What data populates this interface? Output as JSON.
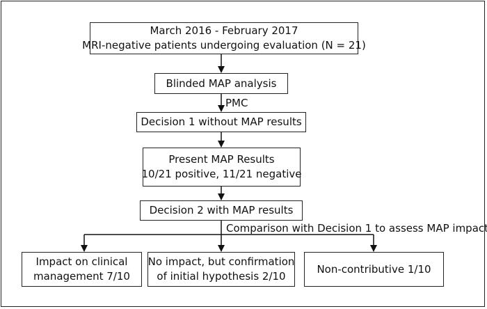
{
  "nodes": {
    "start": {
      "line1": "March 2016 - February 2017",
      "line2": "MRI-negative patients undergoing evaluation (N = 21)"
    },
    "blinded": {
      "text": "Blinded MAP analysis"
    },
    "decision1": {
      "text": "Decision 1 without MAP results"
    },
    "present": {
      "line1": "Present MAP Results",
      "line2": "10/21 positive, 11/21 negative"
    },
    "decision2": {
      "text": "Decision 2 with MAP results"
    },
    "impact": {
      "line1": "Impact on clinical",
      "line2": "management 7/10"
    },
    "noimpact": {
      "line1": "No impact, but confirmation",
      "line2": "of initial hypothesis 2/10"
    },
    "noncontrib": {
      "text": "Non-contributive 1/10"
    }
  },
  "edge_labels": {
    "pmc": "PMC",
    "comparison": "Comparison with Decision 1 to assess MAP impact"
  }
}
